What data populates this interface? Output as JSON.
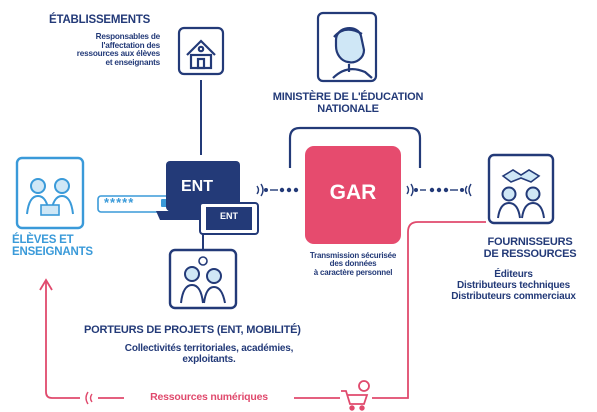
{
  "colors": {
    "navy": "#233a78",
    "blue": "#3a9ad9",
    "pink": "#e04a6d",
    "gar_fill": "#e64b6e",
    "light_blue": "#cfe7f6"
  },
  "etablissements": {
    "title": "ÉTABLISSEMENTS",
    "desc_lines": [
      "Responsables de",
      "l'affectation des",
      "ressources aux élèves",
      "et enseignants"
    ],
    "icon": "school-icon"
  },
  "ministere": {
    "title_lines": [
      "MINISTÈRE DE L'ÉDUCATION",
      "NATIONALE"
    ],
    "icon": "marianne-icon"
  },
  "eleves": {
    "title_lines": [
      "ÉLÈVES ET",
      "ENSEIGNANTS"
    ],
    "icon": "students-icon"
  },
  "ent": {
    "label_main": "ENT",
    "label_mobile": "ENT",
    "password": "*****",
    "icon": "laptop-icon"
  },
  "gar": {
    "label": "GAR",
    "caption_lines": [
      "Transmission sécurisée",
      "des données",
      "à caractère personnel"
    ]
  },
  "fournisseurs": {
    "title_lines": [
      "FOURNISSEURS",
      "DE RESSOURCES"
    ],
    "items": [
      "Éditeurs",
      "Distributeurs techniques",
      "Distributeurs commerciaux"
    ],
    "icon": "handshake-icon"
  },
  "porteurs": {
    "title": "PORTEURS DE PROJETS (ENT, MOBILITÉ)",
    "desc_lines": [
      "Collectivités territoriales, académies,",
      "exploitants."
    ],
    "icon": "people-icon"
  },
  "ressources": {
    "label": "Ressources numériques",
    "icon": "cart-icon"
  }
}
